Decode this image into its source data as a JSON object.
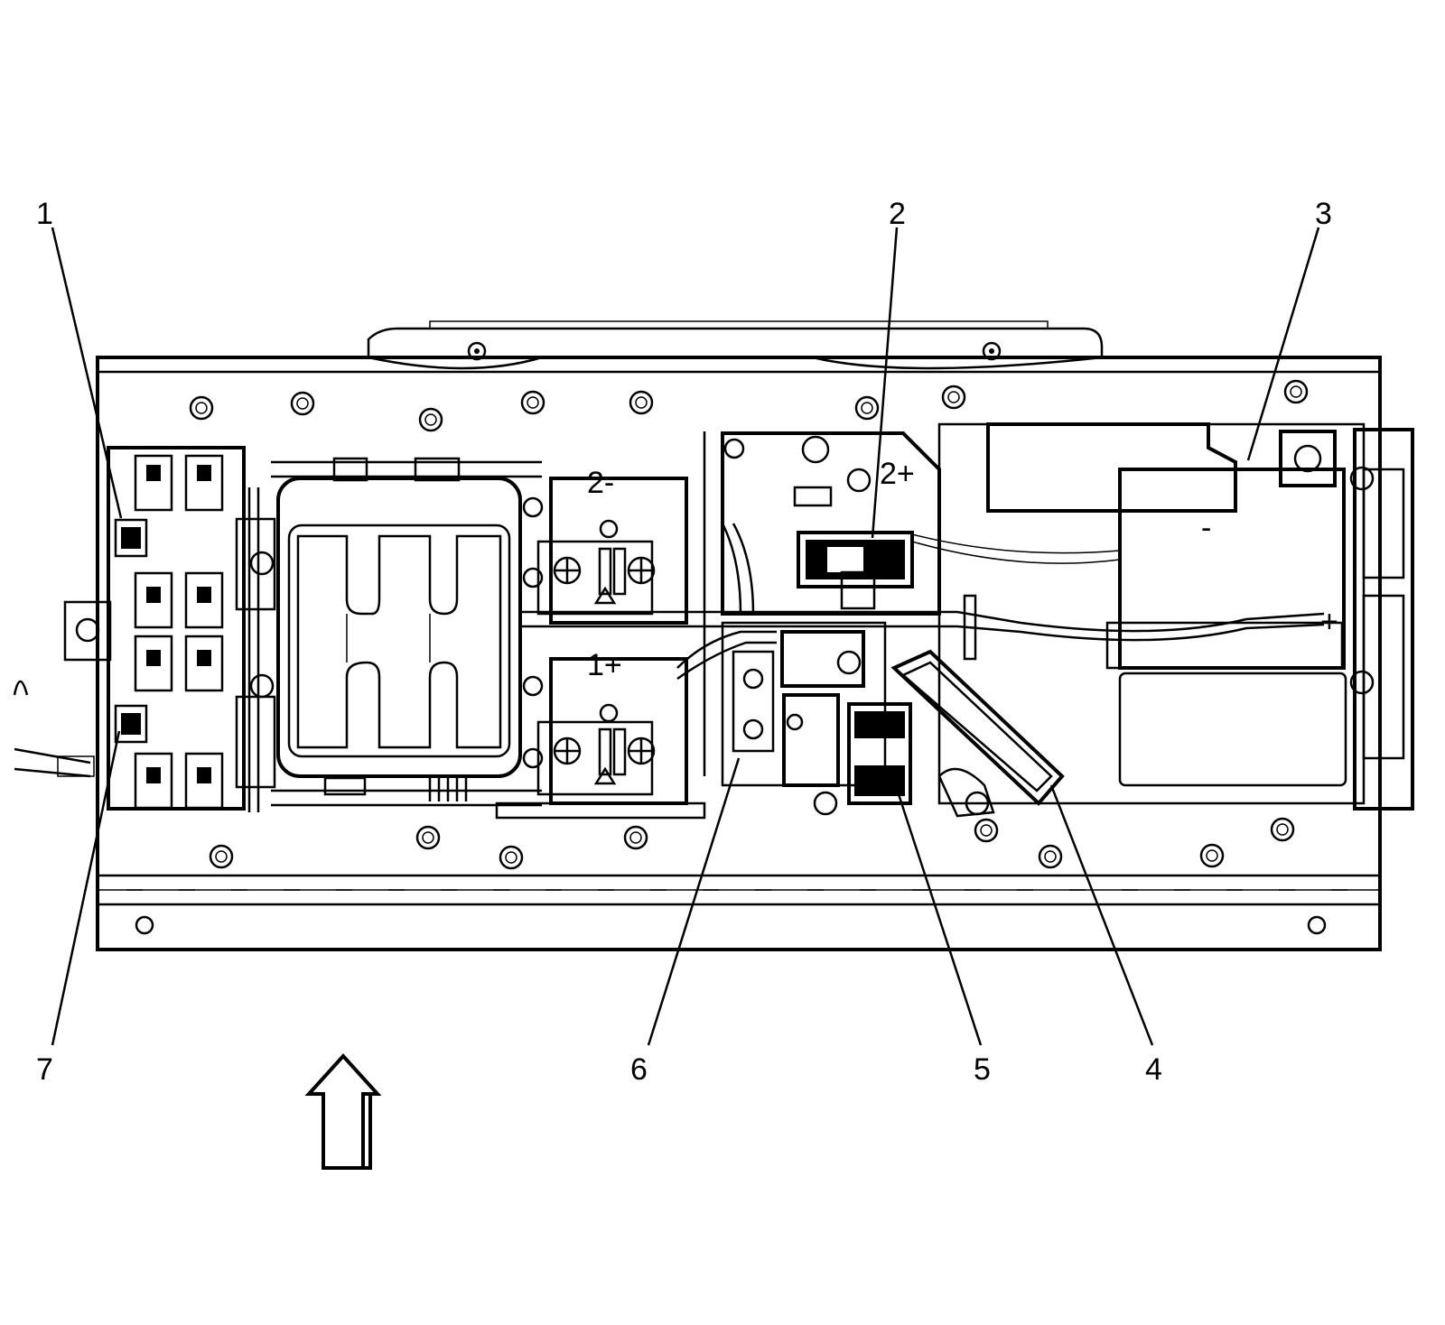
{
  "callouts": [
    {
      "id": "1",
      "label": "1"
    },
    {
      "id": "2",
      "label": "2"
    },
    {
      "id": "3",
      "label": "3"
    },
    {
      "id": "4",
      "label": "4"
    },
    {
      "id": "5",
      "label": "5"
    },
    {
      "id": "6",
      "label": "6"
    },
    {
      "id": "7",
      "label": "7"
    }
  ],
  "terminal_marks": {
    "upper_module_label": "2-",
    "lower_module_label": "1+",
    "center_module_label": "2+",
    "right_plus": "+",
    "right_minus": "-"
  },
  "indicators": {
    "direction_arrow": "up-arrow-icon"
  }
}
